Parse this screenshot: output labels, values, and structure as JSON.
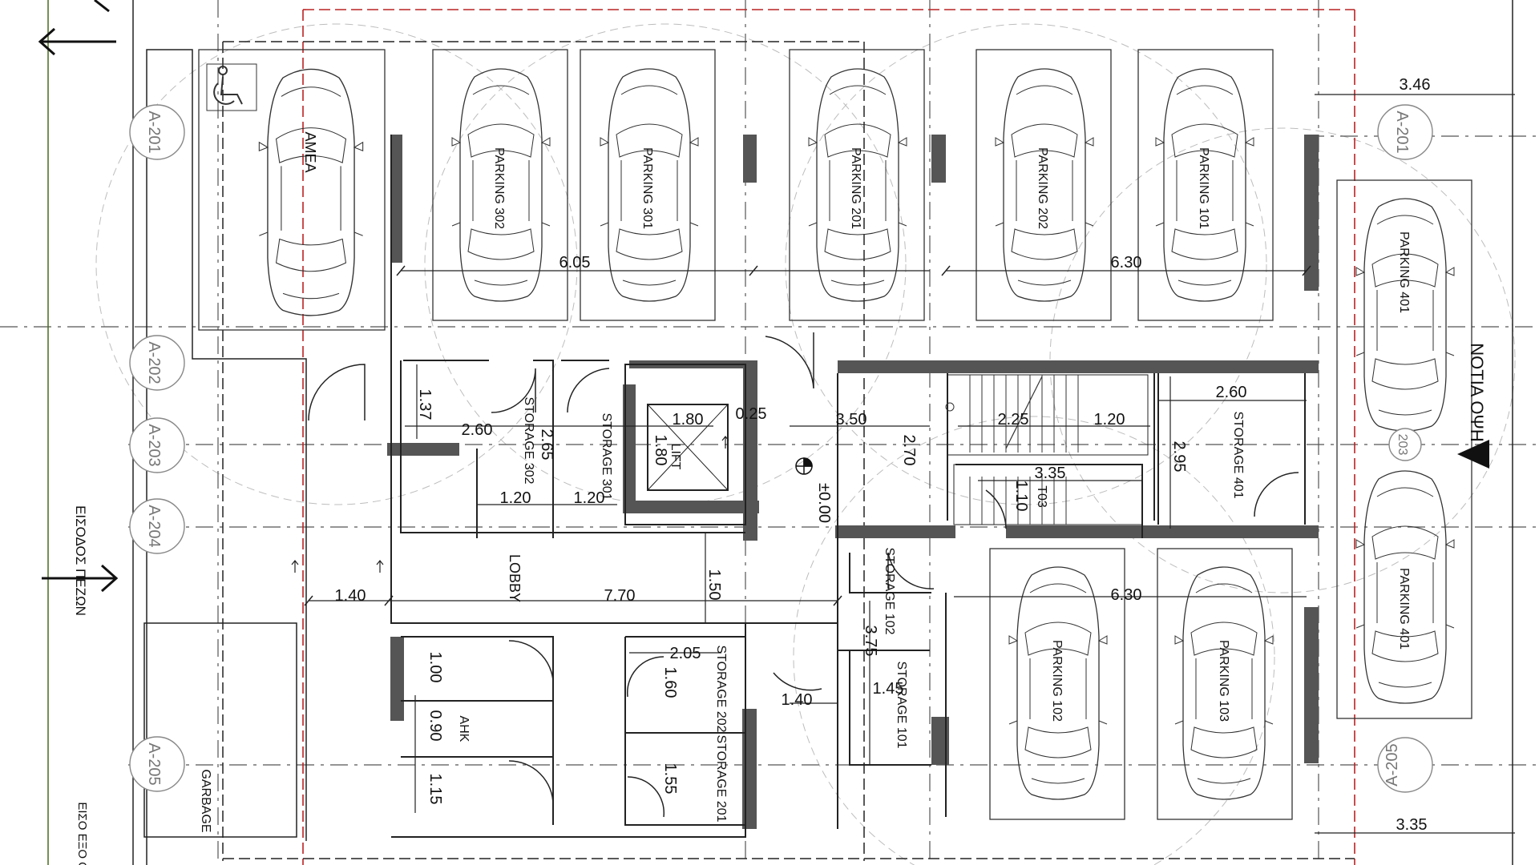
{
  "parking": {
    "accessible": "ΑΜΕΑ",
    "p302": "PARKING 302",
    "p301": "PARKING 301",
    "p201": "PARKING 201",
    "p202": "PARKING 202",
    "p101": "PARKING 101",
    "p401a": "PARKING 401",
    "p401b": "PARKING 401",
    "p102": "PARKING 102",
    "p103": "PARKING 103"
  },
  "rooms": {
    "storage302": "STORAGE 302",
    "storage301": "STORAGE 301",
    "lift": "LIFT",
    "storage401": "STORAGE 401",
    "lobby": "LOBBY",
    "storage102": "STORAGE 102",
    "storage202": "STORAGE 202",
    "storage201": "STORAGE 201",
    "storage101": "STORAGE 101",
    "ahk": "ΑΗΚ",
    "garbage": "GARBAGE",
    "stair_no": "Τ03",
    "level": "±0.00"
  },
  "labels": {
    "pedestrian_entrance": "ΕΙΣΟΔΟΣ ΠΕΖΩΝ",
    "vehicle_entrance": "ΕΙΣΟ ΕΞΟ ΟΧΗ",
    "south_elevation": "ΝΟΤΙΑ ΟΨΗ"
  },
  "grid_markers": {
    "a201_left": "A-201",
    "a202": "A-202",
    "a203": "A-203",
    "a204": "A-204",
    "a205_left": "A-205",
    "a201_right": "A-201",
    "a203_right": "203",
    "a205_right": "A-205"
  },
  "dimensions": {
    "d_346": "3.46",
    "d_605": "6.05",
    "d_630_top": "6.30",
    "d_137": "1.37",
    "d_260_left": "2.60",
    "d_265": "2.65",
    "d_180_w": "1.80",
    "d_180_h": "1.80",
    "d_025": "0.25",
    "d_350": "3.50",
    "d_270": "2.70",
    "d_225": "2.25",
    "d_120_stair": "1.20",
    "d_260_right": "2.60",
    "d_295": "2.95",
    "d_335_stair": "3.35",
    "d_110": "1.10",
    "d_120_a": "1.20",
    "d_120_b": "1.20",
    "d_140_lobby": "1.40",
    "d_770": "7.70",
    "d_150": "1.50",
    "d_630_bottom": "6.30",
    "d_375": "3.75",
    "d_205": "2.05",
    "d_160": "1.60",
    "d_100": "1.00",
    "d_090": "0.90",
    "d_115": "1.15",
    "d_140_storage": "1.40",
    "d_145": "1.45",
    "d_155": "1.55",
    "d_335_bottom": "3.35"
  }
}
